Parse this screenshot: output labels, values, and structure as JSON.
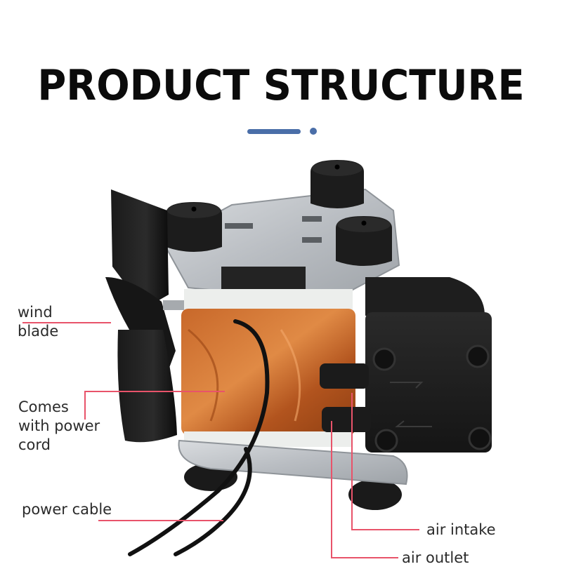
{
  "header": {
    "title": "PRODUCT STRUCTURE",
    "accent_color": "#4a6ea8"
  },
  "image": {
    "subject": "mini air pump motor (product photo)",
    "callout_line_color": "#e8536a"
  },
  "labels": {
    "wind_blade": "wind\nblade",
    "power_cord": "Comes\nwith power\ncord",
    "power_cable": "power cable",
    "air_intake": "air intake",
    "air_outlet": "air outlet"
  }
}
